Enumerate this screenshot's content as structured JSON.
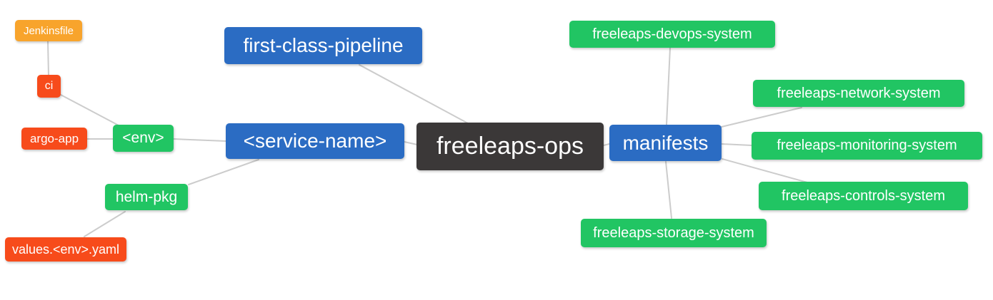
{
  "colors": {
    "orange": "#f8a42c",
    "red": "#f74b1b",
    "green": "#21c563",
    "blue": "#2b6cc3",
    "dark": "#3b3838",
    "edge": "#cccccc",
    "text": "#ffffff"
  },
  "nodes": {
    "jenkinsfile": {
      "label": "Jenkinsfile"
    },
    "ci": {
      "label": "ci"
    },
    "argo_app": {
      "label": "argo-app"
    },
    "env": {
      "label": "<env>"
    },
    "helm_pkg": {
      "label": "helm-pkg"
    },
    "values_env_yaml": {
      "label": "values.<env>.yaml"
    },
    "first_class_pipeline": {
      "label": "first-class-pipeline"
    },
    "service_name": {
      "label": "<service-name>"
    },
    "freeleaps_ops": {
      "label": "freeleaps-ops"
    },
    "manifests": {
      "label": "manifests"
    },
    "devops_system": {
      "label": "freeleaps-devops-system"
    },
    "network_system": {
      "label": "freeleaps-network-system"
    },
    "monitoring_system": {
      "label": "freeleaps-monitoring-system"
    },
    "controls_system": {
      "label": "freeleaps-controls-system"
    },
    "storage_system": {
      "label": "freeleaps-storage-system"
    }
  }
}
